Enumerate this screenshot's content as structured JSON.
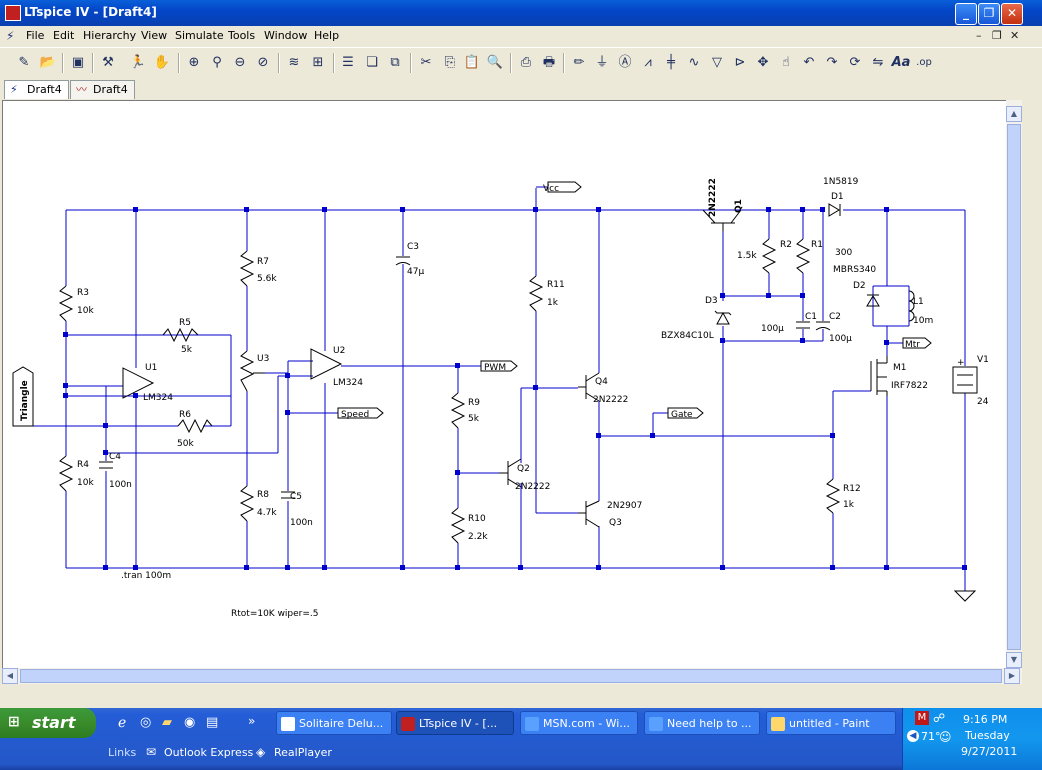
{
  "window": {
    "title": "LTspice IV - [Draft4]"
  },
  "menu": [
    "File",
    "Edit",
    "Hierarchy",
    "View",
    "Simulate",
    "Tools",
    "Window",
    "Help"
  ],
  "tabs": [
    {
      "label": "Draft4"
    },
    {
      "label": "Draft4"
    }
  ],
  "toolbar_icons": [
    "open-schematic-icon",
    "open-file-icon",
    "save-icon",
    "control-panel-icon",
    "run-icon",
    "halt-icon",
    "zoom-in-icon",
    "pan-icon",
    "zoom-out-icon",
    "zoom-cancel-icon",
    "autorange-icon",
    "full-view-icon",
    "tile-icon",
    "cascade-icon",
    "close-window-icon",
    "cut-icon",
    "copy-icon",
    "paste-icon",
    "find-icon",
    "print-setup-icon",
    "print-icon",
    "draw-wire-icon",
    "ground-icon",
    "label-net-icon",
    "resistor-icon",
    "capacitor-icon",
    "inductor-icon",
    "diode-icon",
    "component-icon",
    "move-icon",
    "drag-icon",
    "undo-icon",
    "redo-icon",
    "rotate-icon",
    "mirror-icon",
    "text-icon",
    "spice-directive-icon"
  ],
  "schematic": {
    "directive_tran": ".tran 100m",
    "note": "Rtot=10K wiper=.5",
    "labels": {
      "R3": "R3",
      "R3v": "10k",
      "R4": "R4",
      "R4v": "10k",
      "R5": "R5",
      "R5v": "5k",
      "R6": "R6",
      "R6v": "50k",
      "C4": "C4",
      "C4v": "100n",
      "U1": "U1",
      "U1t": "LM324",
      "R7": "R7",
      "R7v": "5.6k",
      "U3": "U3",
      "R8": "R8",
      "R8v": "4.7k",
      "C5": "C5",
      "C5v": "100n",
      "U2": "U2",
      "U2t": "LM324",
      "C3": "C3",
      "C3v": "47µ",
      "R9": "R9",
      "R9v": "5k",
      "R10": "R10",
      "R10v": "2.2k",
      "Q2": "Q2",
      "Q2t": "2N2222",
      "R11": "R11",
      "R11v": "1k",
      "Q4": "Q4",
      "Q4t": "2N2222",
      "Q3t": "2N2907",
      "Q3": "Q3",
      "Q1": "Q1",
      "Q1t": "2N2222",
      "R2": "R2",
      "R1": "R1",
      "R2v": "1.5k",
      "R1v": "300",
      "D3": "D3",
      "D3t": "BZX84C10L",
      "C1": "C1",
      "C1v": "100µ",
      "C2": "C2",
      "C2v": "100µ",
      "D1t": "1N5819",
      "D1": "D1",
      "D2t": "MBRS340",
      "D2": "D2",
      "L1": "L1",
      "L1v": "10m",
      "M1": "M1",
      "M1t": "IRF7822",
      "R12": "R12",
      "R12v": "1k",
      "V1": "V1",
      "V1v": "24"
    },
    "net_labels": {
      "vcc": "Vcc",
      "pwm": "PWM",
      "speed": "Speed",
      "gate": "Gate",
      "mtr": "Mtr",
      "triangle": "Triangle"
    }
  },
  "taskbar": {
    "start": "start",
    "tasks": [
      {
        "label": "Solitaire Delu..."
      },
      {
        "label": "LTspice IV - [..."
      },
      {
        "label": "MSN.com - Wi..."
      },
      {
        "label": "Need help to ..."
      },
      {
        "label": "untitled - Paint"
      }
    ],
    "quicklaunch_prefix": "Links",
    "quicklaunch": [
      "Outlook Express",
      "RealPlayer"
    ],
    "temperature": "71°",
    "time": "9:16 PM",
    "day": "Tuesday",
    "date": "9/27/2011"
  },
  "colors": {
    "wire": "#0000cc",
    "junction": "#0000cc",
    "titlebar": "#0a5fd8",
    "taskbar": "#245dd7",
    "start": "#3a8c2a"
  }
}
